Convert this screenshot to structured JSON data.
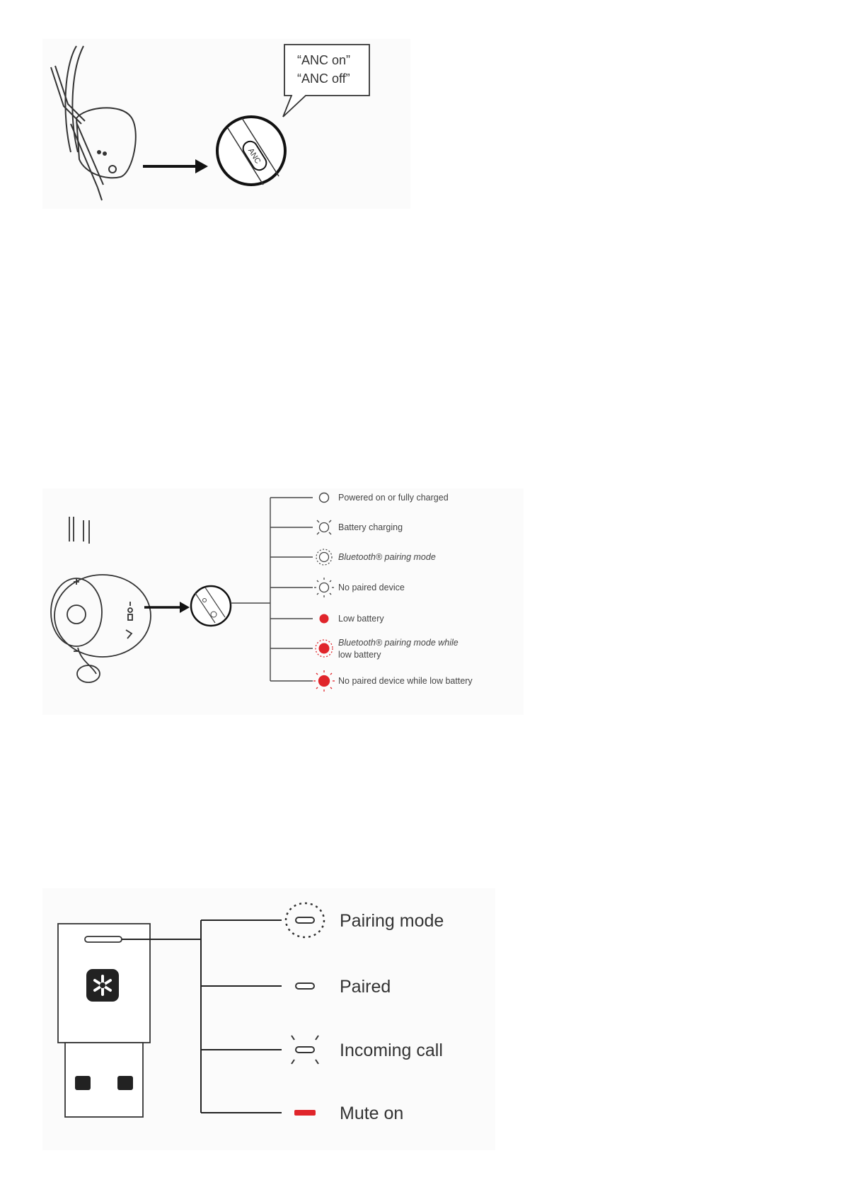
{
  "anc": {
    "bubble_lines": [
      "“ANC on”",
      "“ANC off”"
    ],
    "button_label": "ANC"
  },
  "headset_leds": {
    "items": [
      {
        "label": "Powered on or fully charged",
        "indicator": "white-solid-icon"
      },
      {
        "label": "Battery charging",
        "indicator": "white-pulse-icon"
      },
      {
        "label": "Bluetooth® pairing mode",
        "indicator": "white-fast-blink-icon"
      },
      {
        "label": "No paired device",
        "indicator": "white-slow-blink-icon"
      },
      {
        "label": "Low battery",
        "indicator": "red-solid-icon"
      },
      {
        "label": "Bluetooth® pairing mode while",
        "label_line2": "low battery",
        "indicator": "red-fast-blink-icon"
      },
      {
        "label": "No paired device while low battery",
        "indicator": "red-slow-blink-icon"
      }
    ]
  },
  "receiver_leds": {
    "items": [
      {
        "label": "Pairing mode",
        "indicator": "fast-blink-bar-icon"
      },
      {
        "label": "Paired",
        "indicator": "solid-bar-icon"
      },
      {
        "label": "Incoming call",
        "indicator": "slow-blink-bar-icon"
      },
      {
        "label": "Mute on",
        "indicator": "red-bar-icon"
      }
    ]
  },
  "colors": {
    "line": "#222222",
    "red": "#e0252b",
    "soft_bg": "#f7f7f7"
  }
}
